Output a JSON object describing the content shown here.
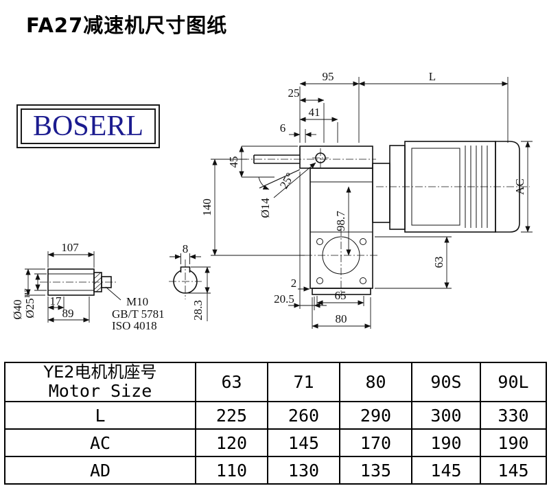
{
  "page": {
    "title": "FA27减速机尺寸图纸",
    "logo_text": "BOSERL",
    "logo_color": "#1b1b8f",
    "line_color": "#111111"
  },
  "drawing": {
    "dims": {
      "top_95": "95",
      "top_25": "25",
      "top_L": "L",
      "top_41": "41",
      "top_6": "6",
      "left_45": "45",
      "angle_25deg": "25°",
      "hole_dia": "Ø14",
      "left_140": "140",
      "mid_98_7": "98.7",
      "right_AC": "AC",
      "right_63": "63",
      "bottom_2": "2",
      "bottom_20_5": "20.5",
      "bottom_65": "65",
      "bottom_80": "80",
      "shaft_107": "107",
      "shaft_17": "17",
      "shaft_89": "89",
      "shaft_m10": "M10",
      "shaft_gbt": "GB/T 5781",
      "shaft_iso": "ISO 4018",
      "shaft_d40": "Ø40",
      "shaft_d25": "Ø25",
      "shaft_d25_tol": "H7",
      "key_8": "8",
      "key_28_3": "28.3"
    }
  },
  "table": {
    "header_cn": "YE2电机机座号",
    "header_en": "Motor Size",
    "columns": [
      "63",
      "71",
      "80",
      "90S",
      "90L"
    ],
    "rows": [
      {
        "label": "L",
        "values": [
          "225",
          "260",
          "290",
          "300",
          "330"
        ]
      },
      {
        "label": "AC",
        "values": [
          "120",
          "145",
          "170",
          "190",
          "190"
        ]
      },
      {
        "label": "AD",
        "values": [
          "110",
          "130",
          "135",
          "145",
          "145"
        ]
      }
    ]
  }
}
